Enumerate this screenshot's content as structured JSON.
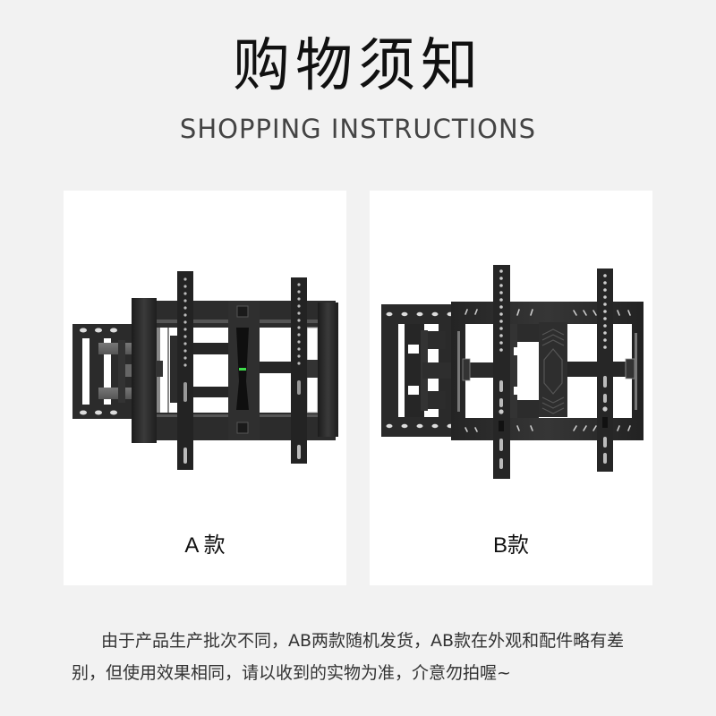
{
  "header": {
    "title": "购物须知",
    "subtitle": "SHOPPING INSTRUCTIONS"
  },
  "variants": [
    {
      "label": "A 款",
      "image": "tv-wall-mount-a-image"
    },
    {
      "label": "B款",
      "image": "tv-wall-mount-b-image"
    }
  ],
  "notice": {
    "text": "由于产品生产批次不同，AB两款随机发货，AB款在外观和配件略有差别，但使用效果相同，请以收到的实物为准，介意勿拍喔~"
  },
  "colors": {
    "background": "#f2f2f2",
    "card": "#ffffff",
    "metal": "#2a2a2a",
    "indicator": "#3ddc4a"
  }
}
